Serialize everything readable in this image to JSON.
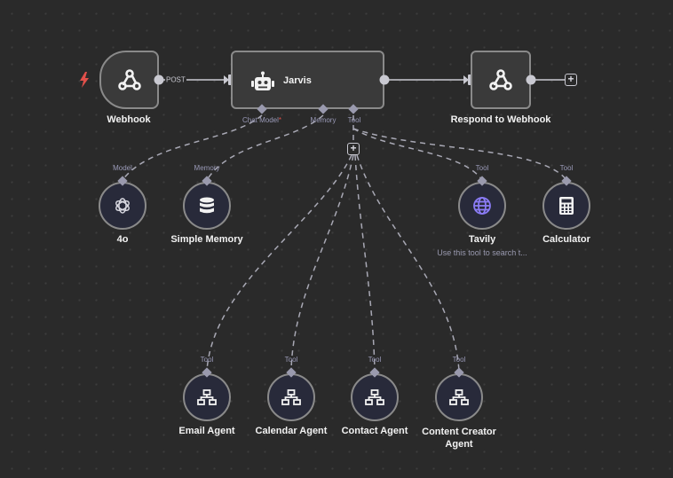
{
  "workflow": {
    "nodes": {
      "webhook": {
        "label": "Webhook",
        "icon": "webhook-icon",
        "trigger_icon": "lightning-bolt-icon"
      },
      "jarvis": {
        "label": "Jarvis",
        "icon": "robot-icon",
        "ports": {
          "chat_model": "Chat Model",
          "chat_model_required": "*",
          "memory": "Memory",
          "tool": "Tool"
        }
      },
      "respond": {
        "label": "Respond to Webhook",
        "icon": "webhook-icon"
      },
      "model": {
        "label": "4o",
        "port": "Model",
        "icon": "openai-icon"
      },
      "memory": {
        "label": "Simple Memory",
        "port": "Memory",
        "icon": "database-icon"
      },
      "tavily": {
        "label": "Tavily",
        "subtitle": "Use this tool to search t...",
        "port": "Tool",
        "icon": "globe-icon"
      },
      "calculator": {
        "label": "Calculator",
        "port": "Tool",
        "icon": "calculator-icon"
      },
      "email_agent": {
        "label": "Email Agent",
        "port": "Tool",
        "icon": "sitemap-icon"
      },
      "calendar_agent": {
        "label": "Calendar Agent",
        "port": "Tool",
        "icon": "sitemap-icon"
      },
      "contact_agent": {
        "label": "Contact Agent",
        "port": "Tool",
        "icon": "sitemap-icon"
      },
      "content_agent": {
        "label_line1": "Content Creator",
        "label_line2": "Agent",
        "port": "Tool",
        "icon": "sitemap-icon"
      }
    },
    "edges": {
      "webhook_to_jarvis_label": "POST"
    },
    "colors": {
      "background": "#2a2a2a",
      "node_fill": "#3a3a3a",
      "sub_node_fill": "#282a3a",
      "border": "#8a8a8a",
      "trigger": "#e0504a",
      "tavily_accent": "#8b7cf6"
    }
  }
}
